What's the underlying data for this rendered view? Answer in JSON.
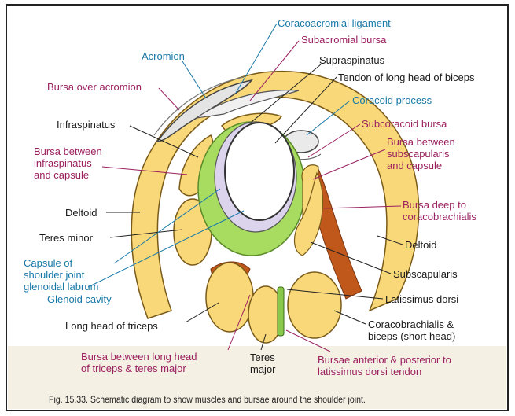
{
  "colors": {
    "muscle": "#f8d878",
    "muscle_outline": "#7a5a18",
    "capsule": "#a8dc60",
    "capsule_outline": "#5a8a2a",
    "bursa": "#eeeeee",
    "brown_muscle": "#c0581c",
    "label_black": "#1a1a1a",
    "label_purple": "#9a2060",
    "label_blue": "#1878a8",
    "background_stain": "#e8dcc4"
  },
  "labels": {
    "coracoacromial_ligament": "Coracoacromial ligament",
    "subacromial_bursa": "Subacromial bursa",
    "acromion": "Acromion",
    "supraspinatus": "Supraspinatus",
    "tendon_long_head_biceps": "Tendon of long head of biceps",
    "bursa_over_acromion": "Bursa over acromion",
    "coracoid_process": "Coracoid process",
    "infraspinatus": "Infraspinatus",
    "subcoracoid_bursa": "Subcoracoid bursa",
    "bursa_infraspinatus_capsule": "Bursa between\ninfraspinatus\nand capsule",
    "bursa_subscapularis_capsule": "Bursa between\nsubscapularis\nand capsule",
    "deltoid_left": "Deltoid",
    "bursa_deep_coracobrachialis": "Bursa deep to\ncoracobrachialis",
    "teres_minor": "Teres minor",
    "deltoid_right": "Deltoid",
    "capsule_labrum": "Capsule of\nshoulder joint\nglenoidal labrum",
    "subscapularis": "Subscapularis",
    "glenoid_cavity": "Glenoid cavity",
    "latissimus_dorsi": "Latissimus dorsi",
    "long_head_triceps": "Long head of triceps",
    "coracobrachialis_biceps": "Coracobrachialis &\nbiceps (short head)",
    "bursa_long_head_triceps_teres": "Bursa between long head\nof triceps & teres major",
    "teres_major": "Teres\nmajor",
    "bursae_latissimus": "Bursae anterior & posterior to\nlatissimus dorsi tendon"
  },
  "caption": "Fig. 15.33. Schematic diagram to show muscles and bursae around the shoulder joint."
}
